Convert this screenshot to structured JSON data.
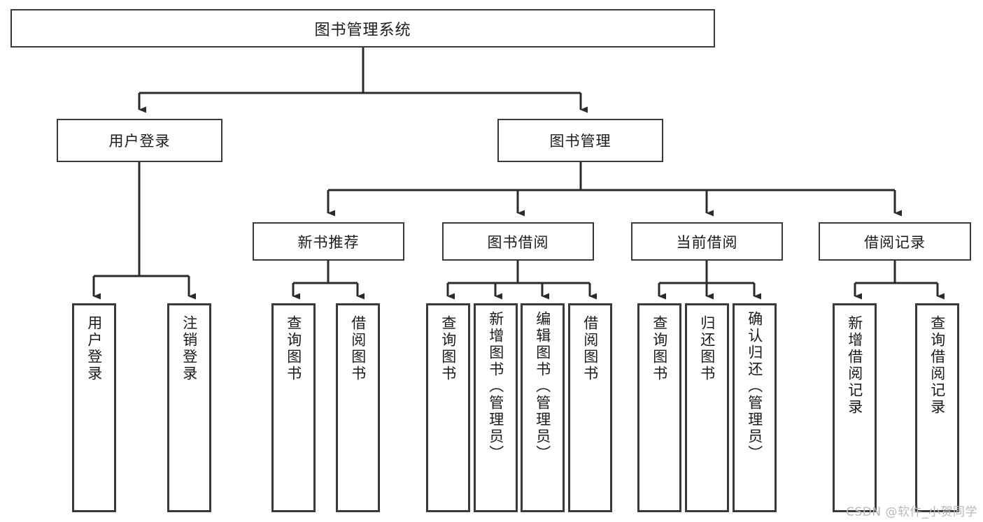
{
  "diagram": {
    "title": "图书管理系统",
    "type": "hierarchy-tree",
    "orientation": "top-down",
    "colors": {
      "box_border": "#3a3a3a",
      "box_fill": "#ffffff",
      "connector": "#2b2b2b",
      "text": "#1b1b1b",
      "watermark": "#b9b9b9"
    },
    "root": {
      "label": "图书管理系统"
    },
    "level2": [
      {
        "label": "用户登录"
      },
      {
        "label": "图书管理"
      }
    ],
    "level3": [
      {
        "label": "新书推荐"
      },
      {
        "label": "图书借阅"
      },
      {
        "label": "当前借阅"
      },
      {
        "label": "借阅记录"
      }
    ],
    "leaves": {
      "user_login": [
        {
          "label": "用户登录"
        },
        {
          "label": "注销登录"
        }
      ],
      "new_book_recommend": [
        {
          "label": "查询图书"
        },
        {
          "label": "借阅图书"
        }
      ],
      "book_borrow": [
        {
          "label": "查询图书"
        },
        {
          "label": "新增图书（管理员）"
        },
        {
          "label": "编辑图书（管理员）"
        },
        {
          "label": "借阅图书"
        }
      ],
      "current_borrow": [
        {
          "label": "查询图书"
        },
        {
          "label": "归还图书"
        },
        {
          "label": "确认归还（管理员）"
        }
      ],
      "borrow_record": [
        {
          "label": "新增借阅记录"
        },
        {
          "label": "查询借阅记录"
        }
      ]
    }
  },
  "watermark": {
    "text": "CSDN @软件_小贺同学"
  }
}
